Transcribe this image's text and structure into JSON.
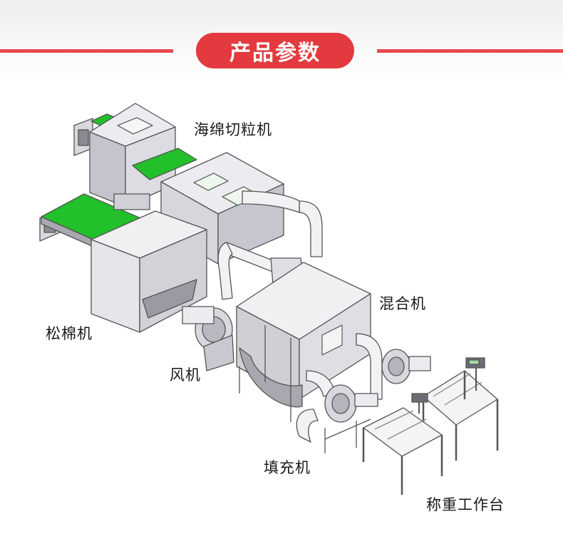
{
  "header": {
    "title": "产品参数"
  },
  "labels": {
    "sponge_cutter": "海绵切粒机",
    "opener": "松棉机",
    "mixer": "混合机",
    "fan": "风机",
    "filler": "填充机",
    "weigh_station": "称重工作台"
  },
  "colors": {
    "accent": "#e23a3f",
    "belt": "#22c02a",
    "machine_face": "#e6e6ea",
    "machine_dark": "#bcbcc4",
    "outline": "#555555"
  }
}
